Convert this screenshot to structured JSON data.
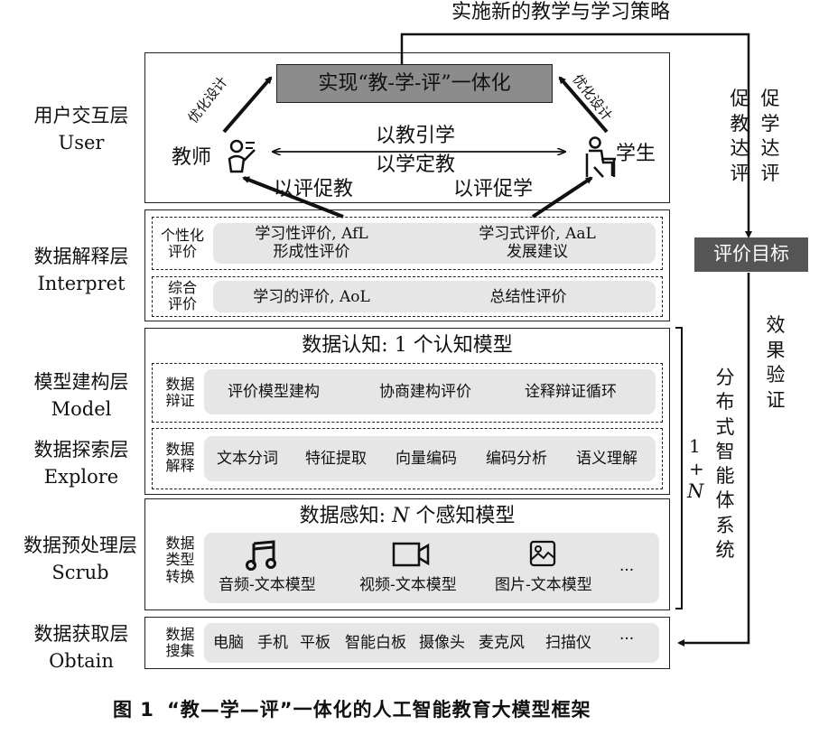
{
  "top_strategy": "实施新的教学与学习策略",
  "layers": [
    {
      "cn": "用户交互层",
      "en": "User"
    },
    {
      "cn": "数据解释层",
      "en": "Interpret"
    },
    {
      "cn": "模型建构层",
      "en": "Model"
    },
    {
      "cn": "数据探索层",
      "en": "Explore"
    },
    {
      "cn": "数据预处理层",
      "en": "Scrub"
    },
    {
      "cn": "数据获取层",
      "en": "Obtain"
    }
  ],
  "user": {
    "goal": "实现“教-学-评”一体化",
    "optimize_left": "优化设计",
    "optimize_right": "优化设计",
    "teacher": "教师",
    "student": "学生",
    "mid_line1": "以教引学",
    "mid_line2": "以学定教",
    "promote_teach": "以评促教",
    "promote_learn": "以评促学"
  },
  "interpret": {
    "personal_label": "个性化\n评价",
    "afl": "学习性评价, AfL",
    "formative": "形成性评价",
    "aal": "学习式评价, AaL",
    "development": "发展建议",
    "summary_label": "综合\n评价",
    "aol": "学习的评价, AoL",
    "summative": "总结性评价"
  },
  "model": {
    "title": "数据认知: 1 个认知模型",
    "arg_label": "数据\n辩证",
    "arg_items": [
      "评价模型建构",
      "协商建构评价",
      "诠释辩证循环"
    ],
    "interp_label": "数据\n解释",
    "interp_items": [
      "文本分词",
      "特征提取",
      "向量编码",
      "编码分析",
      "语义理解"
    ]
  },
  "perception": {
    "title_pre": "数据感知: ",
    "title_n": "N",
    "title_post": " 个感知模型",
    "type_label": "数据\n类型\n转换",
    "items": [
      {
        "icon": "music-note-icon",
        "label": "音频-文本模型"
      },
      {
        "icon": "video-camera-icon",
        "label": "视频-文本模型"
      },
      {
        "icon": "image-icon",
        "label": "图片-文本模型"
      }
    ],
    "ellipsis": "···"
  },
  "obtain": {
    "label": "数据\n搜集",
    "items": [
      "电脑",
      "手机",
      "平板",
      "智能白板",
      "摄像头",
      "麦克风",
      "扫描仪"
    ],
    "ellipsis": "···"
  },
  "right": {
    "promote_teach_eval": "促\n教\n达\n评",
    "promote_learn_eval": "促\n学\n达\n评",
    "eval_target": "评价目标",
    "effect_verify": "效\n果\n验\n证",
    "one": "1",
    "plus": "+",
    "n": "N",
    "distributed": "分\n布\n式\n智\n能\n体\n系\n统"
  },
  "caption": {
    "number": "图 1",
    "text": "“教—学—评”一体化的人工智能教育大模型框架"
  }
}
